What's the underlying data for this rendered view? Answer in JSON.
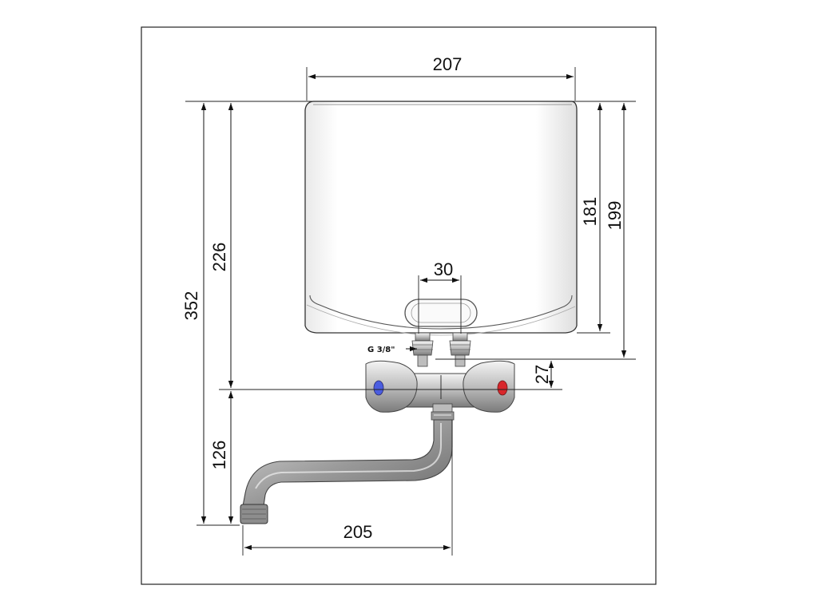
{
  "dimensions": {
    "tank_width": "207",
    "outlet_spacing": "30",
    "tank_height": "181",
    "top_to_pipe": "199",
    "total_height": "352",
    "top_to_tap_axis": "226",
    "tap_to_pipe": "27",
    "spout_height": "126",
    "spout_reach": "205"
  },
  "labels": {
    "thread": "G 3/8\""
  },
  "colors": {
    "cold_knob": "#4a5de0",
    "hot_knob": "#d8262b",
    "line": "#111111"
  }
}
